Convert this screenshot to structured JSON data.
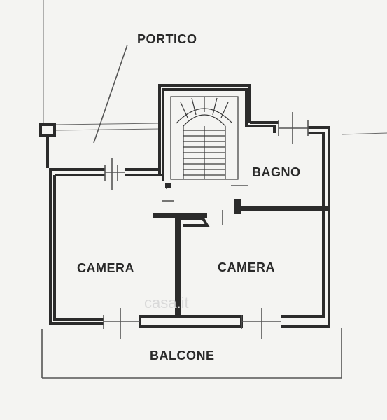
{
  "rooms": {
    "portico": "PORTICO",
    "bagno": "BAGNO",
    "camera_left": "CAMERA",
    "camera_right": "CAMERA",
    "balcone": "BALCONE"
  },
  "watermark": "casa.it",
  "colors": {
    "wall": "#2b2b2b",
    "background": "#f4f4f2"
  }
}
